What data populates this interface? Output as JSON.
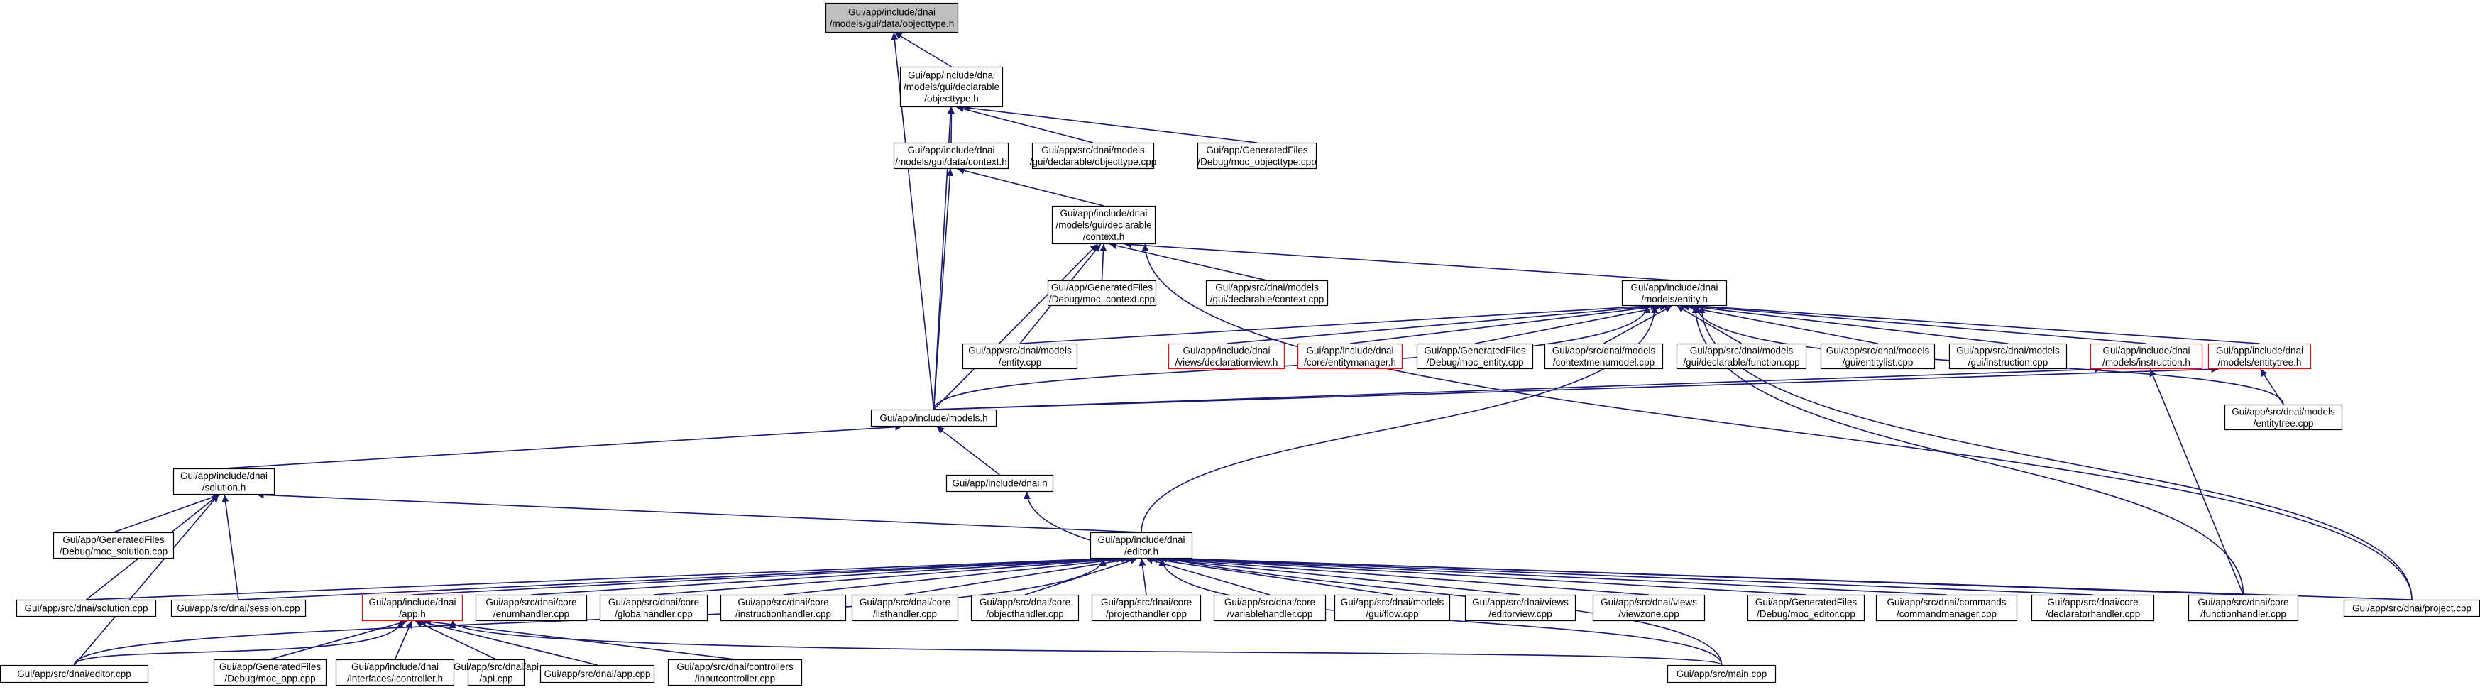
{
  "colors": {
    "edge": "#191970",
    "node_border": "#000000",
    "node_border_incomplete": "#ff0000",
    "focus_fill": "#bfbfbf",
    "node_fill": "#ffffff"
  },
  "nodes": [
    {
      "id": "objecttype_h",
      "lines": [
        "Gui/app/include/dnai",
        "/models/gui/data/objecttype.h"
      ],
      "style": "focus"
    },
    {
      "id": "decl_objecttype_h",
      "lines": [
        "Gui/app/include/dnai",
        "/models/gui/declarable",
        "/objecttype.h"
      ],
      "style": "normal"
    },
    {
      "id": "data_context_h",
      "lines": [
        "Gui/app/include/dnai",
        "/models/gui/data/context.h"
      ],
      "style": "normal"
    },
    {
      "id": "decl_objecttype_cpp",
      "lines": [
        "Gui/app/src/dnai/models",
        "/gui/declarable/objecttype.cpp"
      ],
      "style": "normal"
    },
    {
      "id": "moc_objecttype_cpp",
      "lines": [
        "Gui/app/GeneratedFiles",
        "/Debug/moc_objecttype.cpp"
      ],
      "style": "normal"
    },
    {
      "id": "decl_context_h",
      "lines": [
        "Gui/app/include/dnai",
        "/models/gui/declarable",
        "/context.h"
      ],
      "style": "normal"
    },
    {
      "id": "moc_context_cpp",
      "lines": [
        "Gui/app/GeneratedFiles",
        "/Debug/moc_context.cpp"
      ],
      "style": "normal"
    },
    {
      "id": "decl_context_cpp",
      "lines": [
        "Gui/app/src/dnai/models",
        "/gui/declarable/context.cpp"
      ],
      "style": "normal"
    },
    {
      "id": "entity_h",
      "lines": [
        "Gui/app/include/dnai",
        "/models/entity.h"
      ],
      "style": "normal"
    },
    {
      "id": "entity_cpp",
      "lines": [
        "Gui/app/src/dnai/models",
        "/entity.cpp"
      ],
      "style": "normal"
    },
    {
      "id": "declarationview_h",
      "lines": [
        "Gui/app/include/dnai",
        "/views/declarationview.h"
      ],
      "style": "incomplete"
    },
    {
      "id": "entitymanager_h",
      "lines": [
        "Gui/app/include/dnai",
        "/core/entitymanager.h"
      ],
      "style": "incomplete"
    },
    {
      "id": "moc_entity_cpp",
      "lines": [
        "Gui/app/GeneratedFiles",
        "/Debug/moc_entity.cpp"
      ],
      "style": "normal"
    },
    {
      "id": "contextmenumodel_cpp",
      "lines": [
        "Gui/app/src/dnai/models",
        "/contextmenumodel.cpp"
      ],
      "style": "normal"
    },
    {
      "id": "decl_function_cpp",
      "lines": [
        "Gui/app/src/dnai/models",
        "/gui/declarable/function.cpp"
      ],
      "style": "normal"
    },
    {
      "id": "entitylist_cpp",
      "lines": [
        "Gui/app/src/dnai/models",
        "/gui/entitylist.cpp"
      ],
      "style": "normal"
    },
    {
      "id": "instruction_cpp",
      "lines": [
        "Gui/app/src/dnai/models",
        "/gui/instruction.cpp"
      ],
      "style": "normal"
    },
    {
      "id": "instruction_h",
      "lines": [
        "Gui/app/include/dnai",
        "/models/instruction.h"
      ],
      "style": "incomplete"
    },
    {
      "id": "entitytree_h",
      "lines": [
        "Gui/app/include/dnai",
        "/models/entitytree.h"
      ],
      "style": "incomplete"
    },
    {
      "id": "models_h",
      "lines": [
        "Gui/app/include/models.h"
      ],
      "style": "normal"
    },
    {
      "id": "entitytree_cpp",
      "lines": [
        "Gui/app/src/dnai/models",
        "/entitytree.cpp"
      ],
      "style": "normal"
    },
    {
      "id": "solution_h",
      "lines": [
        "Gui/app/include/dnai",
        "/solution.h"
      ],
      "style": "normal"
    },
    {
      "id": "dnai_h",
      "lines": [
        "Gui/app/include/dnai.h"
      ],
      "style": "normal"
    },
    {
      "id": "moc_solution_cpp",
      "lines": [
        "Gui/app/GeneratedFiles",
        "/Debug/moc_solution.cpp"
      ],
      "style": "normal"
    },
    {
      "id": "editor_h",
      "lines": [
        "Gui/app/include/dnai",
        "/editor.h"
      ],
      "style": "normal"
    },
    {
      "id": "solution_cpp",
      "lines": [
        "Gui/app/src/dnai/solution.cpp"
      ],
      "style": "normal"
    },
    {
      "id": "session_cpp",
      "lines": [
        "Gui/app/src/dnai/session.cpp"
      ],
      "style": "normal"
    },
    {
      "id": "app_h",
      "lines": [
        "Gui/app/include/dnai",
        "/app.h"
      ],
      "style": "incomplete"
    },
    {
      "id": "enumhandler_cpp",
      "lines": [
        "Gui/app/src/dnai/core",
        "/enumhandler.cpp"
      ],
      "style": "normal"
    },
    {
      "id": "globalhandler_cpp",
      "lines": [
        "Gui/app/src/dnai/core",
        "/globalhandler.cpp"
      ],
      "style": "normal"
    },
    {
      "id": "instructionhandler_cpp",
      "lines": [
        "Gui/app/src/dnai/core",
        "/instructionhandler.cpp"
      ],
      "style": "normal"
    },
    {
      "id": "listhandler_cpp",
      "lines": [
        "Gui/app/src/dnai/core",
        "/listhandler.cpp"
      ],
      "style": "normal"
    },
    {
      "id": "objecthandler_cpp",
      "lines": [
        "Gui/app/src/dnai/core",
        "/objecthandler.cpp"
      ],
      "style": "normal"
    },
    {
      "id": "projecthandler_cpp",
      "lines": [
        "Gui/app/src/dnai/core",
        "/projecthandler.cpp"
      ],
      "style": "normal"
    },
    {
      "id": "variablehandler_cpp",
      "lines": [
        "Gui/app/src/dnai/core",
        "/variablehandler.cpp"
      ],
      "style": "normal"
    },
    {
      "id": "flow_cpp",
      "lines": [
        "Gui/app/src/dnai/models",
        "/gui/flow.cpp"
      ],
      "style": "normal"
    },
    {
      "id": "editorview_cpp",
      "lines": [
        "Gui/app/src/dnai/views",
        "/editorview.cpp"
      ],
      "style": "normal"
    },
    {
      "id": "viewzone_cpp",
      "lines": [
        "Gui/app/src/dnai/views",
        "/viewzone.cpp"
      ],
      "style": "normal"
    },
    {
      "id": "moc_editor_cpp",
      "lines": [
        "Gui/app/GeneratedFiles",
        "/Debug/moc_editor.cpp"
      ],
      "style": "normal"
    },
    {
      "id": "commandmanager_cpp",
      "lines": [
        "Gui/app/src/dnai/commands",
        "/commandmanager.cpp"
      ],
      "style": "normal"
    },
    {
      "id": "declaratorhandler_cpp",
      "lines": [
        "Gui/app/src/dnai/core",
        "/declaratorhandler.cpp"
      ],
      "style": "normal"
    },
    {
      "id": "functionhandler_cpp",
      "lines": [
        "Gui/app/src/dnai/core",
        "/functionhandler.cpp"
      ],
      "style": "normal"
    },
    {
      "id": "project_cpp",
      "lines": [
        "Gui/app/src/dnai/project.cpp"
      ],
      "style": "normal"
    },
    {
      "id": "editor_cpp",
      "lines": [
        "Gui/app/src/dnai/editor.cpp"
      ],
      "style": "normal"
    },
    {
      "id": "moc_app_cpp",
      "lines": [
        "Gui/app/GeneratedFiles",
        "/Debug/moc_app.cpp"
      ],
      "style": "normal"
    },
    {
      "id": "icontroller_h",
      "lines": [
        "Gui/app/include/dnai",
        "/interfaces/icontroller.h"
      ],
      "style": "normal"
    },
    {
      "id": "api_cpp",
      "lines": [
        "Gui/app/src/dnai/api",
        "/api.cpp"
      ],
      "style": "normal"
    },
    {
      "id": "app_cpp",
      "lines": [
        "Gui/app/src/dnai/app.cpp"
      ],
      "style": "normal"
    },
    {
      "id": "inputcontroller_cpp",
      "lines": [
        "Gui/app/src/dnai/controllers",
        "/inputcontroller.cpp"
      ],
      "style": "normal"
    },
    {
      "id": "main_cpp",
      "lines": [
        "Gui/app/src/main.cpp"
      ],
      "style": "normal"
    }
  ],
  "edges": [
    [
      "decl_objecttype_h",
      "objecttype_h"
    ],
    [
      "models_h",
      "objecttype_h"
    ],
    [
      "data_context_h",
      "decl_objecttype_h"
    ],
    [
      "decl_objecttype_cpp",
      "decl_objecttype_h"
    ],
    [
      "moc_objecttype_cpp",
      "decl_objecttype_h"
    ],
    [
      "models_h",
      "decl_objecttype_h"
    ],
    [
      "decl_context_h",
      "data_context_h"
    ],
    [
      "models_h",
      "data_context_h"
    ],
    [
      "moc_context_cpp",
      "decl_context_h"
    ],
    [
      "decl_context_cpp",
      "decl_context_h"
    ],
    [
      "entity_h",
      "decl_context_h"
    ],
    [
      "entity_cpp",
      "decl_context_h"
    ],
    [
      "models_h",
      "decl_context_h"
    ],
    [
      "project_cpp",
      "decl_context_h"
    ],
    [
      "entity_cpp",
      "entity_h"
    ],
    [
      "declarationview_h",
      "entity_h"
    ],
    [
      "entitymanager_h",
      "entity_h"
    ],
    [
      "moc_entity_cpp",
      "entity_h"
    ],
    [
      "contextmenumodel_cpp",
      "entity_h"
    ],
    [
      "decl_function_cpp",
      "entity_h"
    ],
    [
      "entitylist_cpp",
      "entity_h"
    ],
    [
      "instruction_cpp",
      "entity_h"
    ],
    [
      "instruction_h",
      "entity_h"
    ],
    [
      "entitytree_h",
      "entity_h"
    ],
    [
      "models_h",
      "entity_h"
    ],
    [
      "entitytree_cpp",
      "entity_h"
    ],
    [
      "editor_h",
      "entity_h"
    ],
    [
      "functionhandler_cpp",
      "entity_h"
    ],
    [
      "project_cpp",
      "entity_h"
    ],
    [
      "models_h",
      "instruction_h"
    ],
    [
      "functionhandler_cpp",
      "instruction_h"
    ],
    [
      "models_h",
      "entitytree_h"
    ],
    [
      "entitytree_cpp",
      "entitytree_h"
    ],
    [
      "solution_h",
      "models_h"
    ],
    [
      "dnai_h",
      "models_h"
    ],
    [
      "moc_solution_cpp",
      "solution_h"
    ],
    [
      "solution_cpp",
      "solution_h"
    ],
    [
      "session_cpp",
      "solution_h"
    ],
    [
      "editor_cpp",
      "solution_h"
    ],
    [
      "editor_h",
      "solution_h"
    ],
    [
      "main_cpp",
      "dnai_h"
    ],
    [
      "solution_cpp",
      "editor_h"
    ],
    [
      "session_cpp",
      "editor_h"
    ],
    [
      "app_h",
      "editor_h"
    ],
    [
      "enumhandler_cpp",
      "editor_h"
    ],
    [
      "globalhandler_cpp",
      "editor_h"
    ],
    [
      "instructionhandler_cpp",
      "editor_h"
    ],
    [
      "listhandler_cpp",
      "editor_h"
    ],
    [
      "objecthandler_cpp",
      "editor_h"
    ],
    [
      "projecthandler_cpp",
      "editor_h"
    ],
    [
      "variablehandler_cpp",
      "editor_h"
    ],
    [
      "flow_cpp",
      "editor_h"
    ],
    [
      "editorview_cpp",
      "editor_h"
    ],
    [
      "viewzone_cpp",
      "editor_h"
    ],
    [
      "moc_editor_cpp",
      "editor_h"
    ],
    [
      "commandmanager_cpp",
      "editor_h"
    ],
    [
      "declaratorhandler_cpp",
      "editor_h"
    ],
    [
      "functionhandler_cpp",
      "editor_h"
    ],
    [
      "project_cpp",
      "editor_h"
    ],
    [
      "editor_cpp",
      "editor_h"
    ],
    [
      "main_cpp",
      "editor_h"
    ],
    [
      "editor_cpp",
      "app_h"
    ],
    [
      "moc_app_cpp",
      "app_h"
    ],
    [
      "icontroller_h",
      "app_h"
    ],
    [
      "api_cpp",
      "app_h"
    ],
    [
      "app_cpp",
      "app_h"
    ],
    [
      "inputcontroller_cpp",
      "app_h"
    ],
    [
      "main_cpp",
      "app_h"
    ]
  ]
}
